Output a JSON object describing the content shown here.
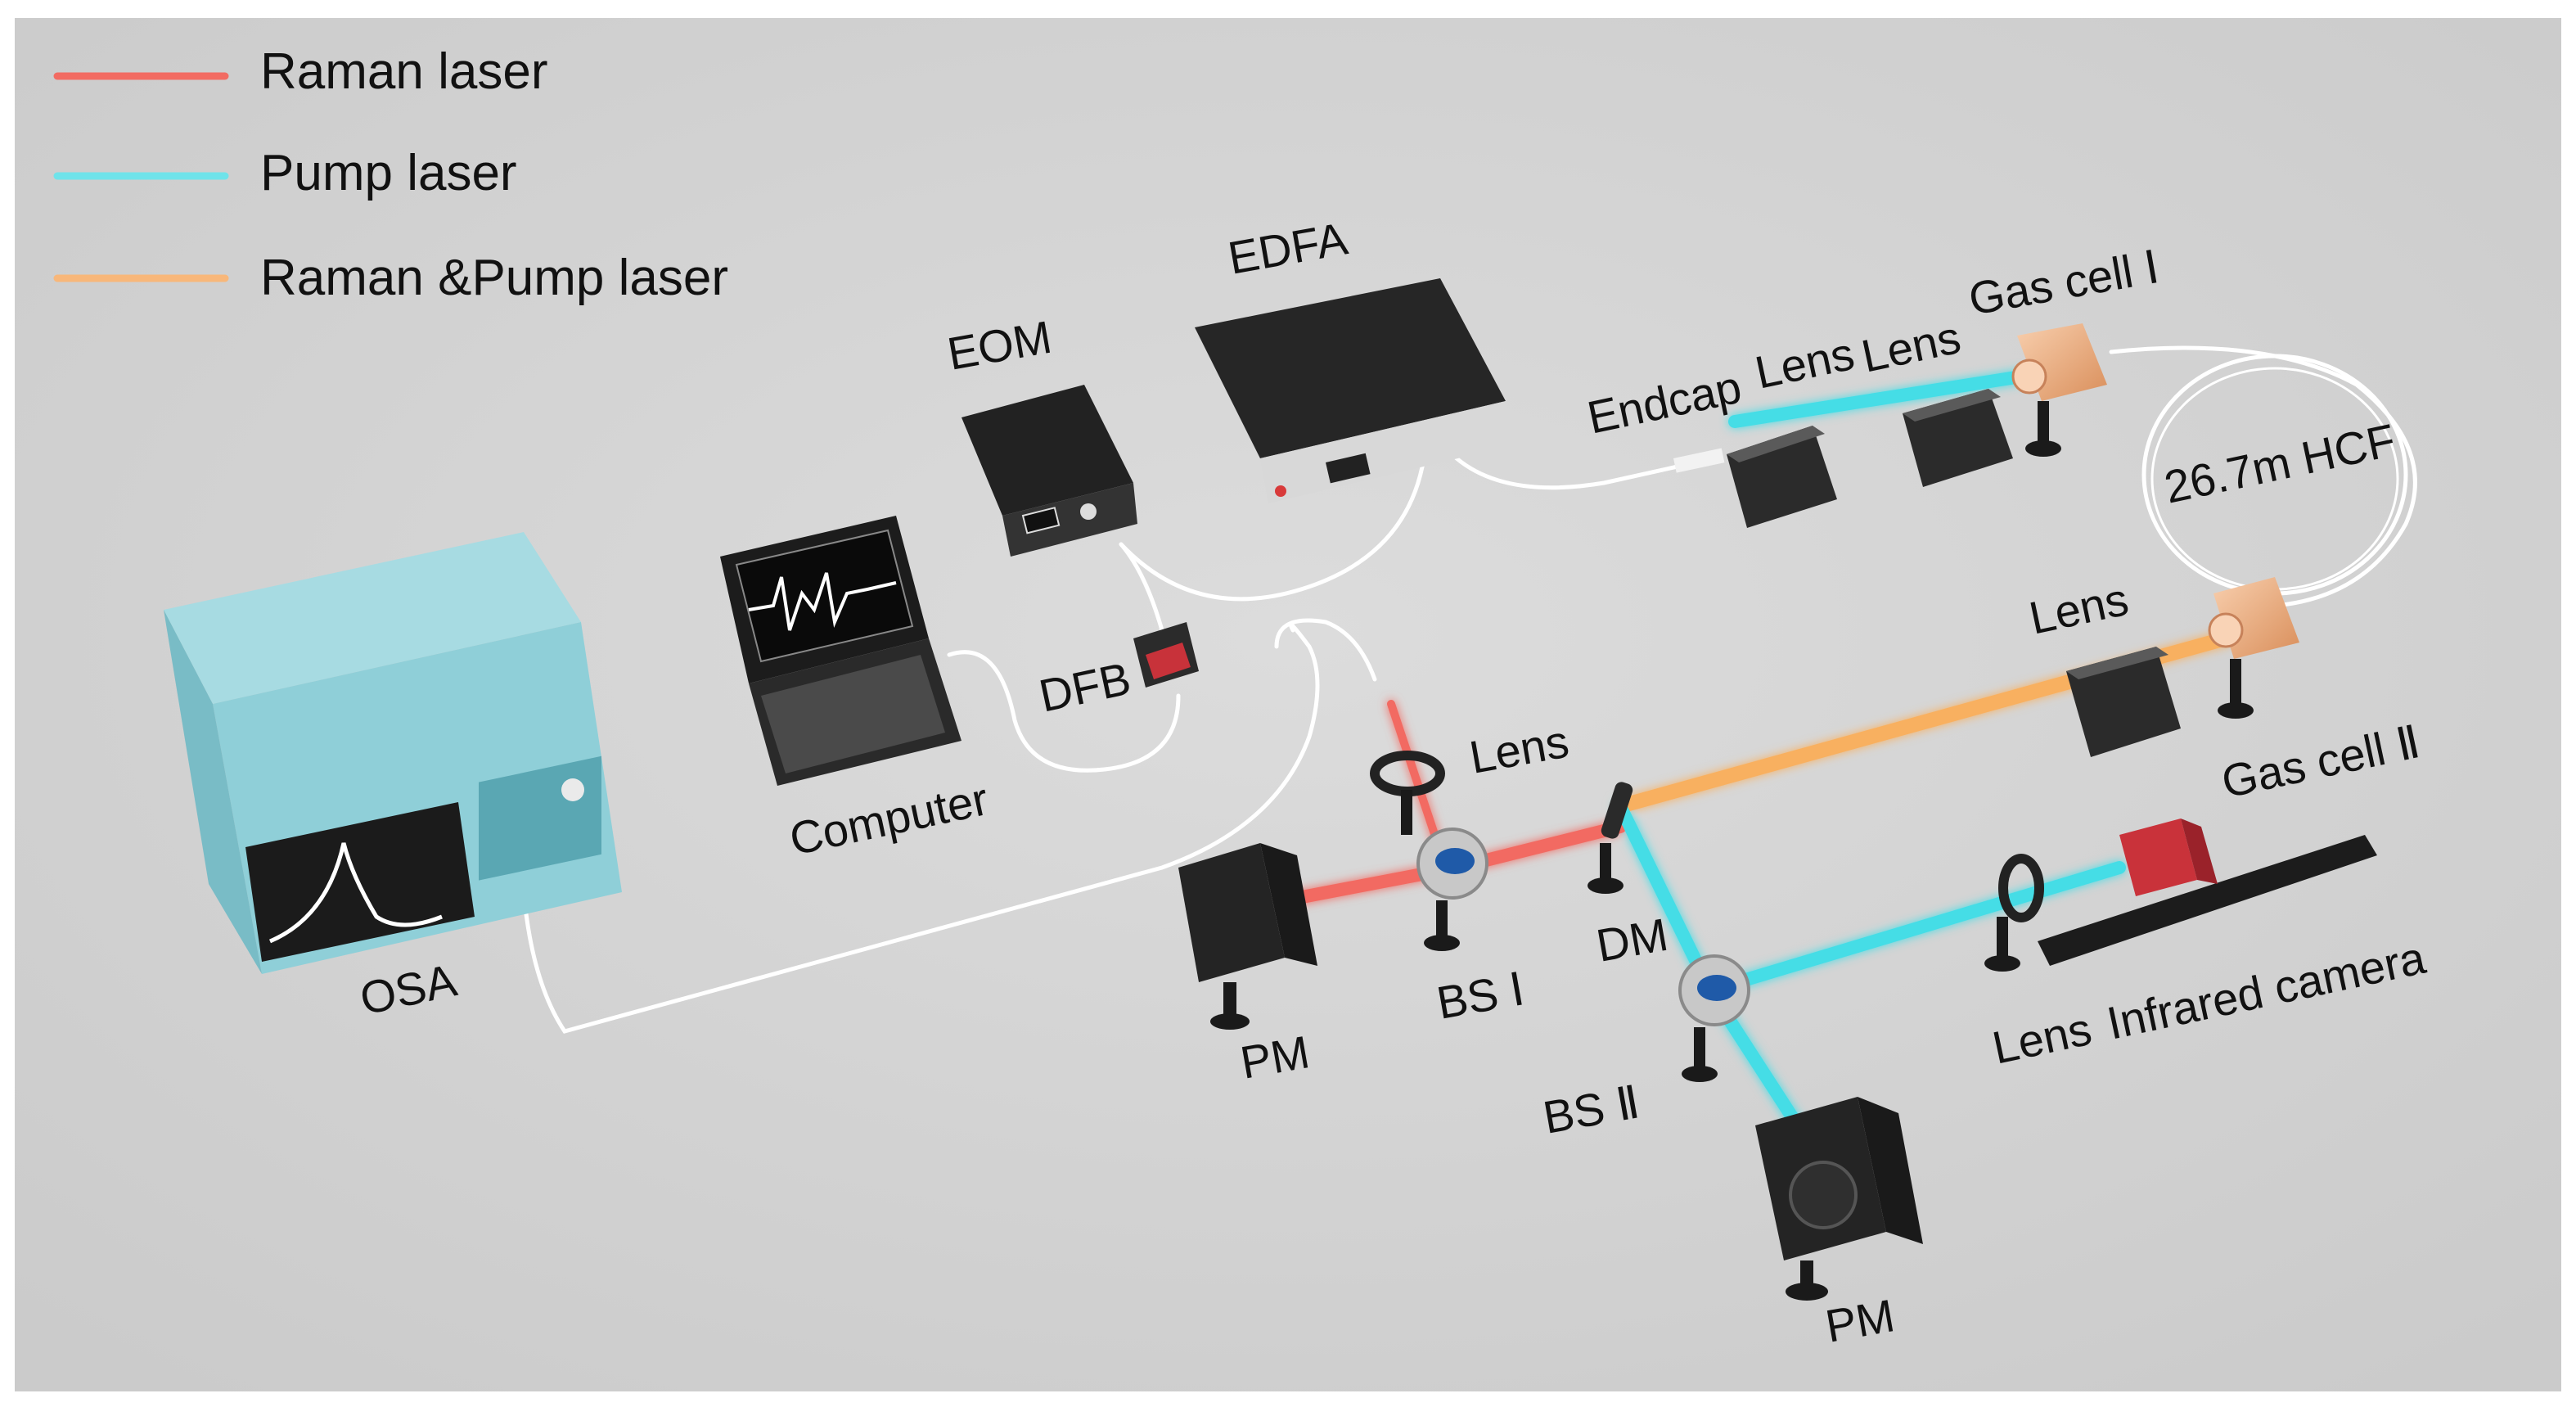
{
  "legend": {
    "items": [
      {
        "label": "Raman laser",
        "color": "#f26b62"
      },
      {
        "label": "Pump laser",
        "color": "#6fe3ea"
      },
      {
        "label": "Raman &Pump laser",
        "color": "#f8b77a"
      }
    ]
  },
  "components": {
    "osa": "OSA",
    "computer": "Computer",
    "eom": "EOM",
    "edfa": "EDFA",
    "dfb": "DFB",
    "endcap": "Endcap",
    "lens_1": "Lens",
    "lens_2": "Lens",
    "gas_cell_1": "Gas cell Ⅰ",
    "hcf": "26.7m HCF",
    "lens_3": "Lens",
    "gas_cell_2": "Gas cell Ⅱ",
    "lens_4": "Lens",
    "bs_1": "BS Ⅰ",
    "dm": "DM",
    "pm_1": "PM",
    "bs_2": "BS Ⅱ",
    "lens_5": "Lens",
    "infrared_camera": "Infrared camera",
    "pm_2": "PM"
  },
  "colors": {
    "background": "#d4d4d4",
    "raman": "#f26b62",
    "pump": "#44dde6",
    "combined": "#f8b060",
    "fiber": "#ffffff",
    "osa_body": "#9fd6de",
    "device_dark": "#2b2b2b",
    "copper": "#f0b28a"
  }
}
